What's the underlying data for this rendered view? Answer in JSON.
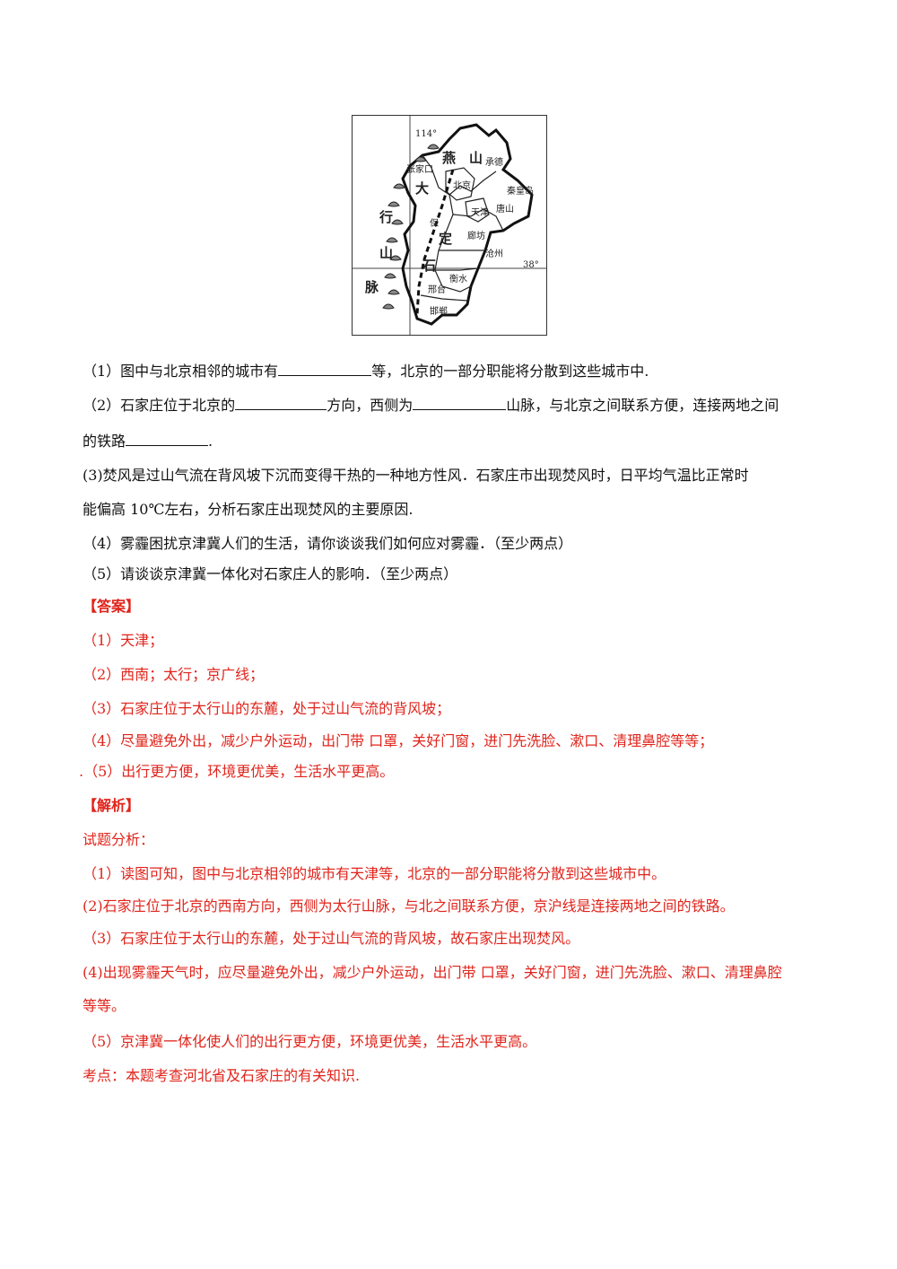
{
  "map": {
    "labels": {
      "lon_114": "114°",
      "lat_38": "38°",
      "zhangjiakou": "张家口",
      "yan": "燕",
      "shan1": "山",
      "chengde": "承德",
      "da": "大",
      "beijing": "北京",
      "qinhuangdao": "秦皇岛",
      "tangshan": "唐山",
      "tianjin": "天津",
      "hang": "行",
      "bao": "保",
      "ding": "定",
      "langfang": "廊坊",
      "cangzhou": "沧州",
      "shan2": "山",
      "shijiazhuang": "石",
      "hengshui": "衡水",
      "mai": "脉",
      "xingtai": "邢台",
      "handan": "邯郸"
    }
  },
  "questions": {
    "q1_a": "（1）图中与北京相邻的城市有",
    "q1_b": "等，北京的一部分职能将分散到这些城市中.",
    "q2_a": "（2）石家庄位于北京的",
    "q2_b": "方向，西侧为",
    "q2_c": "山脉，与北京之间联系方便，连接两地之间",
    "q2_d": "的铁路",
    "q2_e": ".",
    "q3_a": "(3)焚风是过山气流在背风坡下沉而变得干热的一种地方性风．石家庄市出现焚风时，日平均气温比正常时",
    "q3_b": "能偏高 10℃左右，分析石家庄出现焚风的主要原因.",
    "q4": "（4）雾霾困扰京津冀人们的生活，请你谈谈我们如何应对雾霾．（至少两点）",
    "q5": "（5）请谈谈京津冀一体化对石家庄人的影响．（至少两点）"
  },
  "answer": {
    "heading": "【答案】",
    "a1": "（1）天津；",
    "a2": "（2）西南；太行；京广线；",
    "a3": "（3）石家庄位于太行山的东麓，处于过山气流的背风坡；",
    "a4": "（4）尽量避免外出，减少户外运动，出门带 口罩，关好门窗，进门先洗脸、漱口、清理鼻腔等等；",
    "a5": ".（5）出行更方便，环境更优美，生活水平更高。"
  },
  "analysis": {
    "heading": "【解析】",
    "intro": "试题分析：",
    "p1": "（1）读图可知，图中与北京相邻的城市有天津等，北京的一部分职能将分散到这些城市中。",
    "p2": "(2)石家庄位于北京的西南方向，西侧为太行山脉，与北之间联系方便，京沪线是连接两地之间的铁路。",
    "p3": "（3）石家庄位于太行山的东麓，处于过山气流的背风坡，故石家庄出现焚风。",
    "p4_a": "(4)出现雾霾天气时，应尽量避免外出，减少户外运动，出门带 口罩，关好门窗，进门先洗脸、漱口、清理鼻腔",
    "p4_b": "等等。",
    "p5": "（5）京津冀一体化使人们的出行更方便，环境更优美，生活水平更高。",
    "kaodian": "考点：本题考查河北省及石家庄的有关知识."
  }
}
